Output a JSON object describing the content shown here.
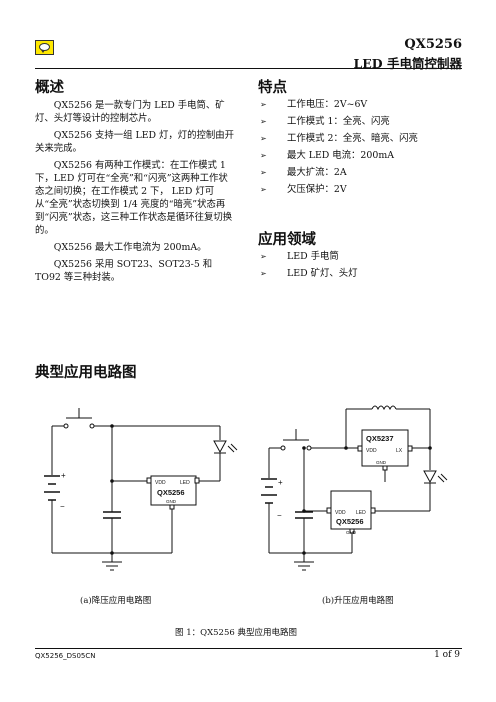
{
  "header": {
    "model": "QX5256",
    "subtitle": "LED 手电筒控制器"
  },
  "overview": {
    "heading": "概述",
    "paragraphs": [
      "QX5256 是一款专门为 LED 手电筒、矿灯、头灯等设计的控制芯片。",
      "QX5256 支持一组 LED 灯，灯的控制由开关来完成。",
      "QX5256 有两种工作模式：在工作模式 1 下，LED 灯可在“全亮”和“闪亮”这两种工作状态之间切换；在工作模式 2 下， LED 灯可从“全亮”状态切换到 1/4 亮度的“暗亮”状态再到“闪亮”状态，这三种工作状态是循环往复切换的。",
      "QX5256 最大工作电流为 200mA。",
      "QX5256 采用 SOT23、SOT23-5 和 TO92 等三种封装。"
    ]
  },
  "features": {
    "heading": "特点",
    "items": [
      "工作电压：2V~6V",
      "工作模式 1：全亮、闪亮",
      "工作模式 2：全亮、暗亮、闪亮",
      "最大 LED 电流：200mA",
      "最大扩流：2A",
      "欠压保护：2V"
    ]
  },
  "applications": {
    "heading": "应用领域",
    "items": [
      "LED 手电筒",
      "LED 矿灯、头灯"
    ]
  },
  "circuits": {
    "heading": "典型应用电路图",
    "chip_label": "QX5256",
    "boost_chip_label": "QX5237",
    "pin_vdd": "VDD",
    "pin_led": "LED",
    "pin_lx": "LX",
    "pin_gnd": "GND",
    "plus_sign": "+",
    "minus_sign": "−",
    "caption_a": "(a)降压应用电路图",
    "caption_b": "(b)升压应用电路图",
    "figure_caption": "图 1：QX5256 典型应用电路图"
  },
  "footer": {
    "doc_id": "QX5256_DS05CN",
    "page": "1 of 9"
  },
  "icons": {
    "bullet": "arrow-right-icon",
    "logo": "speech-bubble-icon"
  },
  "colors": {
    "logo_fill": "#ffe800",
    "text": "#111111"
  }
}
